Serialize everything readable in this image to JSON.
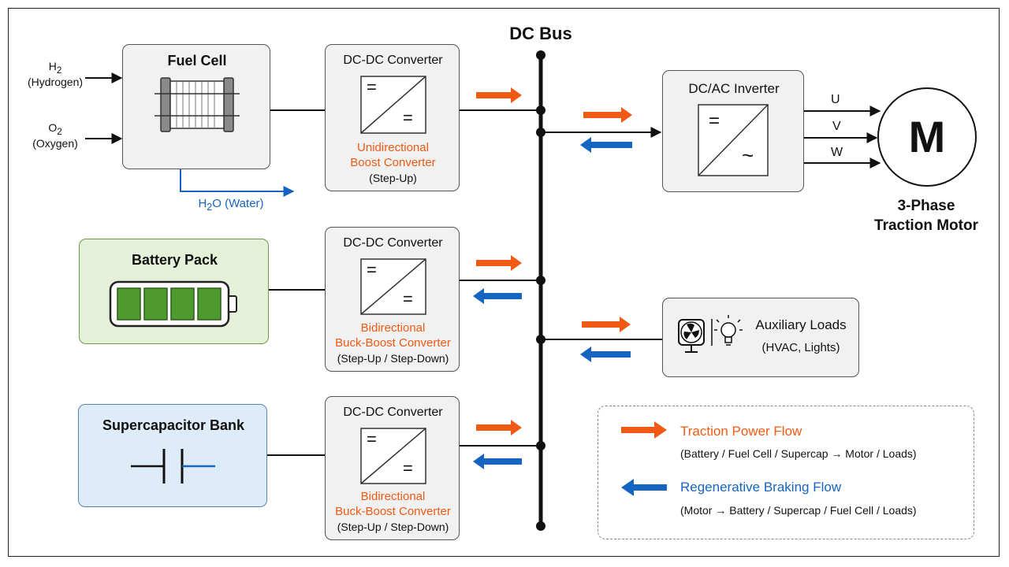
{
  "bus": {
    "title": "DC Bus"
  },
  "fuel_cell": {
    "title": "Fuel Cell",
    "input_h2": {
      "formula": "H",
      "sub": "2",
      "name": "(Hydrogen)"
    },
    "input_o2": {
      "formula": "O",
      "sub": "2",
      "name": "(Oxygen)"
    },
    "output_water": {
      "prefix": "H",
      "sub": "2",
      "suffix": "O (Water)"
    }
  },
  "converter_fc": {
    "title": "DC-DC Converter",
    "line1": "Unidirectional",
    "line2": "Boost Converter",
    "line3": "(Step-Up)"
  },
  "battery": {
    "title": "Battery Pack"
  },
  "converter_batt": {
    "title": "DC-DC Converter",
    "line1": "Bidirectional",
    "line2": "Buck-Boost Converter",
    "line3": "(Step-Up / Step-Down)"
  },
  "supercap": {
    "title": "Supercapacitor Bank"
  },
  "converter_sc": {
    "title": "DC-DC Converter",
    "line1": "Bidirectional",
    "line2": "Buck-Boost Converter",
    "line3": "(Step-Up / Step-Down)"
  },
  "inverter": {
    "title": "DC/AC Inverter",
    "dc_symbol": "=",
    "ac_symbol": "~"
  },
  "converter_symbol": "=",
  "motor": {
    "letter": "M",
    "line1": "3-Phase",
    "line2": "Traction Motor",
    "phases": [
      "U",
      "V",
      "W"
    ]
  },
  "aux": {
    "title": "Auxiliary Loads",
    "subtitle": "(HVAC, Lights)"
  },
  "legend": {
    "traction_label": "Traction Power Flow",
    "traction_desc": "(Battery / Fuel Cell / Supercap → Motor / Loads)",
    "regen_label": "Regenerative Braking Flow",
    "regen_desc": "(Motor → Battery / Supercap / Fuel Cell / Loads)"
  },
  "colors": {
    "traction": "#f05a14",
    "regen": "#1565c0",
    "battery_fill": "#e4f1d8",
    "battery_cell": "#4f9a2e",
    "supercap_fill": "#deebf8"
  }
}
